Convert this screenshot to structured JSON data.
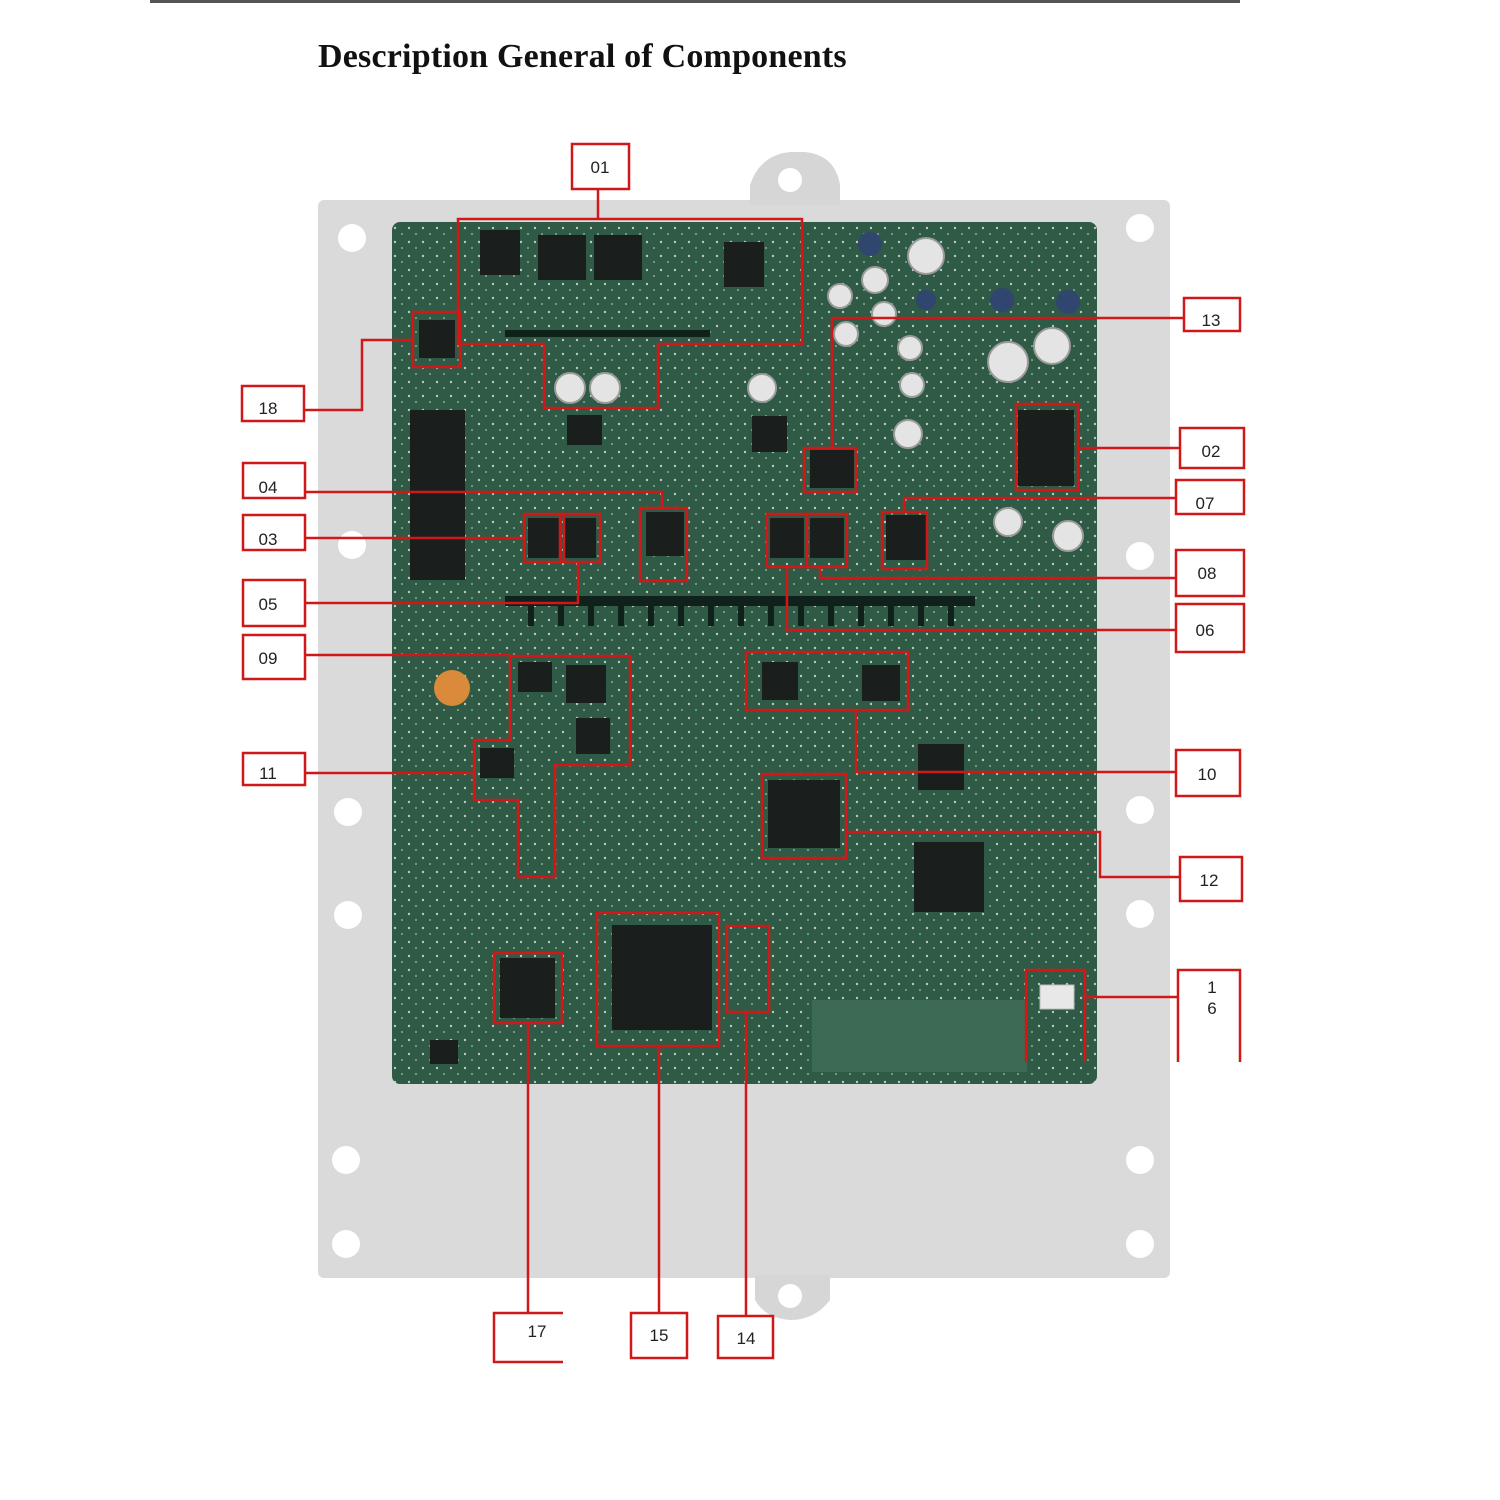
{
  "title": "Description General of Components",
  "labels": {
    "c01": "01",
    "c02": "02",
    "c03": "03",
    "c04": "04",
    "c05": "05",
    "c06": "06",
    "c07": "07",
    "c08": "08",
    "c09": "09",
    "c10": "10",
    "c11": "11",
    "c12": "12",
    "c13": "13",
    "c14": "14",
    "c15": "15",
    "c16a": "1",
    "c16b": "6",
    "c17": "17",
    "c18": "18"
  },
  "colors": {
    "callout": "#d01818",
    "pcb": "#2f5a45",
    "housing": "#d9d9d9"
  }
}
